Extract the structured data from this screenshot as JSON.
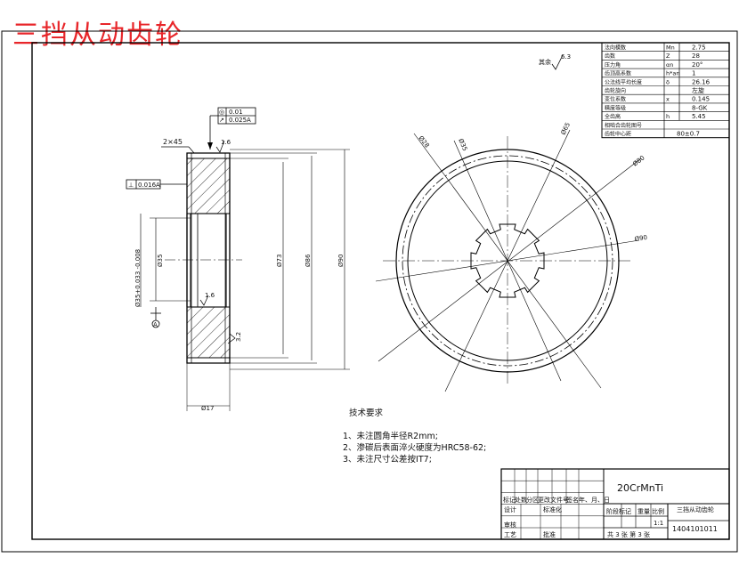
{
  "title": "三挡从动齿轮",
  "colors": {
    "title": "#e8262a",
    "line": "#000000"
  },
  "params_table": [
    {
      "label": "法向模数",
      "symbol": "Mn",
      "value": "2.75"
    },
    {
      "label": "齿数",
      "symbol": "Z",
      "value": "28"
    },
    {
      "label": "压力角",
      "symbol": "αn",
      "value": "20°"
    },
    {
      "label": "齿顶高系数",
      "symbol": "h*an",
      "value": "1"
    },
    {
      "label": "公法线平均长度",
      "symbol": "δ",
      "value": "26.16"
    },
    {
      "label": "齿轮旋向",
      "symbol": "",
      "value": "左旋"
    },
    {
      "label": "变位系数",
      "symbol": "x",
      "value": "0.145"
    },
    {
      "label": "精度等级",
      "symbol": "",
      "value": "8-GK"
    },
    {
      "label": "全齿高",
      "symbol": "h",
      "value": "5.45"
    },
    {
      "label": "相啮合齿轮图号",
      "symbol": "",
      "value": ""
    },
    {
      "label": "齿轮中心距",
      "symbol": "",
      "value": "80±0.7"
    }
  ],
  "roughness_general": "6.3",
  "roughness_general_note": "其余",
  "tolerance_frames": {
    "top": [
      "0.01",
      "0.025A"
    ],
    "left": "0.016A",
    "top_symbols": [
      "◎",
      "↗"
    ],
    "left_symbol": "⊥"
  },
  "section_dims": {
    "chamfer": "2×45",
    "roughness_top": "1.6",
    "roughness_bore": "1.6",
    "roughness_face": "3.2",
    "bore_tol": "Ø35+0.033 -0.008",
    "bore": "Ø35",
    "d73": "Ø73",
    "d86": "Ø86",
    "d90": "Ø90",
    "width": "Ø17",
    "datum": "A"
  },
  "front_dims": {
    "a": "Ø28",
    "b": "Ø35",
    "c": "Ø65",
    "d": "Ø80",
    "e": "Ø90"
  },
  "tech_req": {
    "title": "技术要求",
    "items": [
      "1、未注圆角半径R2mm;",
      "2、渗碳后表面淬火硬度为HRC58-62;",
      "3、未注尺寸公差按IT7;"
    ]
  },
  "title_block": {
    "material": "20CrMnTi",
    "part_name": "三挡从动齿轮",
    "drawing_no": "1404101011",
    "sheet": "共 3 张  第 3 张",
    "labels": [
      "标记",
      "处数",
      "分区",
      "更改文件号",
      "签名",
      "年、月、日",
      "设计",
      "标准化",
      "审核",
      "工艺",
      "阶段标记",
      "重量",
      "比例",
      "批准"
    ],
    "scale": "1:1"
  }
}
